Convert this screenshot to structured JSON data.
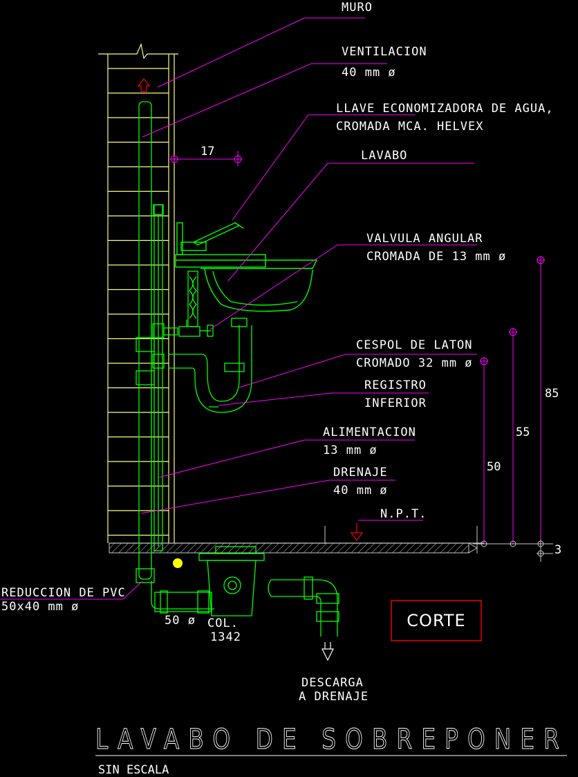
{
  "labels": {
    "muro": "MURO",
    "ventilacion": "VENTILACION",
    "ventilacion_size": "40 mm ø",
    "llave_1": "LLAVE ECONOMIZADORA DE AGUA,",
    "llave_2": "CROMADA MCA. HELVEX",
    "lavabo": "LAVABO",
    "valvula_1": "VALVULA ANGULAR",
    "valvula_2": "CROMADA DE 13 mm ø",
    "cespol_1": "CESPOL DE LATON",
    "cespol_2": "CROMADO 32 mm ø",
    "registro_1": "REGISTRO",
    "registro_2": "INFERIOR",
    "alimentacion_1": "ALIMENTACION",
    "alimentacion_2": "13 mm ø",
    "drenaje_1": "DRENAJE",
    "drenaje_2": "40 mm ø",
    "npt": "N.P.T.",
    "reduccion_1": "REDUCCION DE PVC",
    "reduccion_2": "50x40 mm ø",
    "pipe_50": "50 ø",
    "col_1": "COL.",
    "col_2": "1342",
    "descarga_1": "DESCARGA",
    "descarga_2": "A DRENAJE",
    "corte": "CORTE"
  },
  "dimensions": {
    "d17": "17",
    "d85": "85",
    "d55": "55",
    "d50": "50",
    "d3": "3"
  },
  "title": "LAVABO DE SOBREPONER",
  "subtitle": "SIN ESCALA",
  "colors": {
    "background": "#000000",
    "wall": "#ffff7f",
    "pipe": "#00ff00",
    "leader": "#ff00ff",
    "dimension": "#ff00ff",
    "text": "#ffffff",
    "floor": "#c8c8c8",
    "marker": "#ff0000"
  }
}
